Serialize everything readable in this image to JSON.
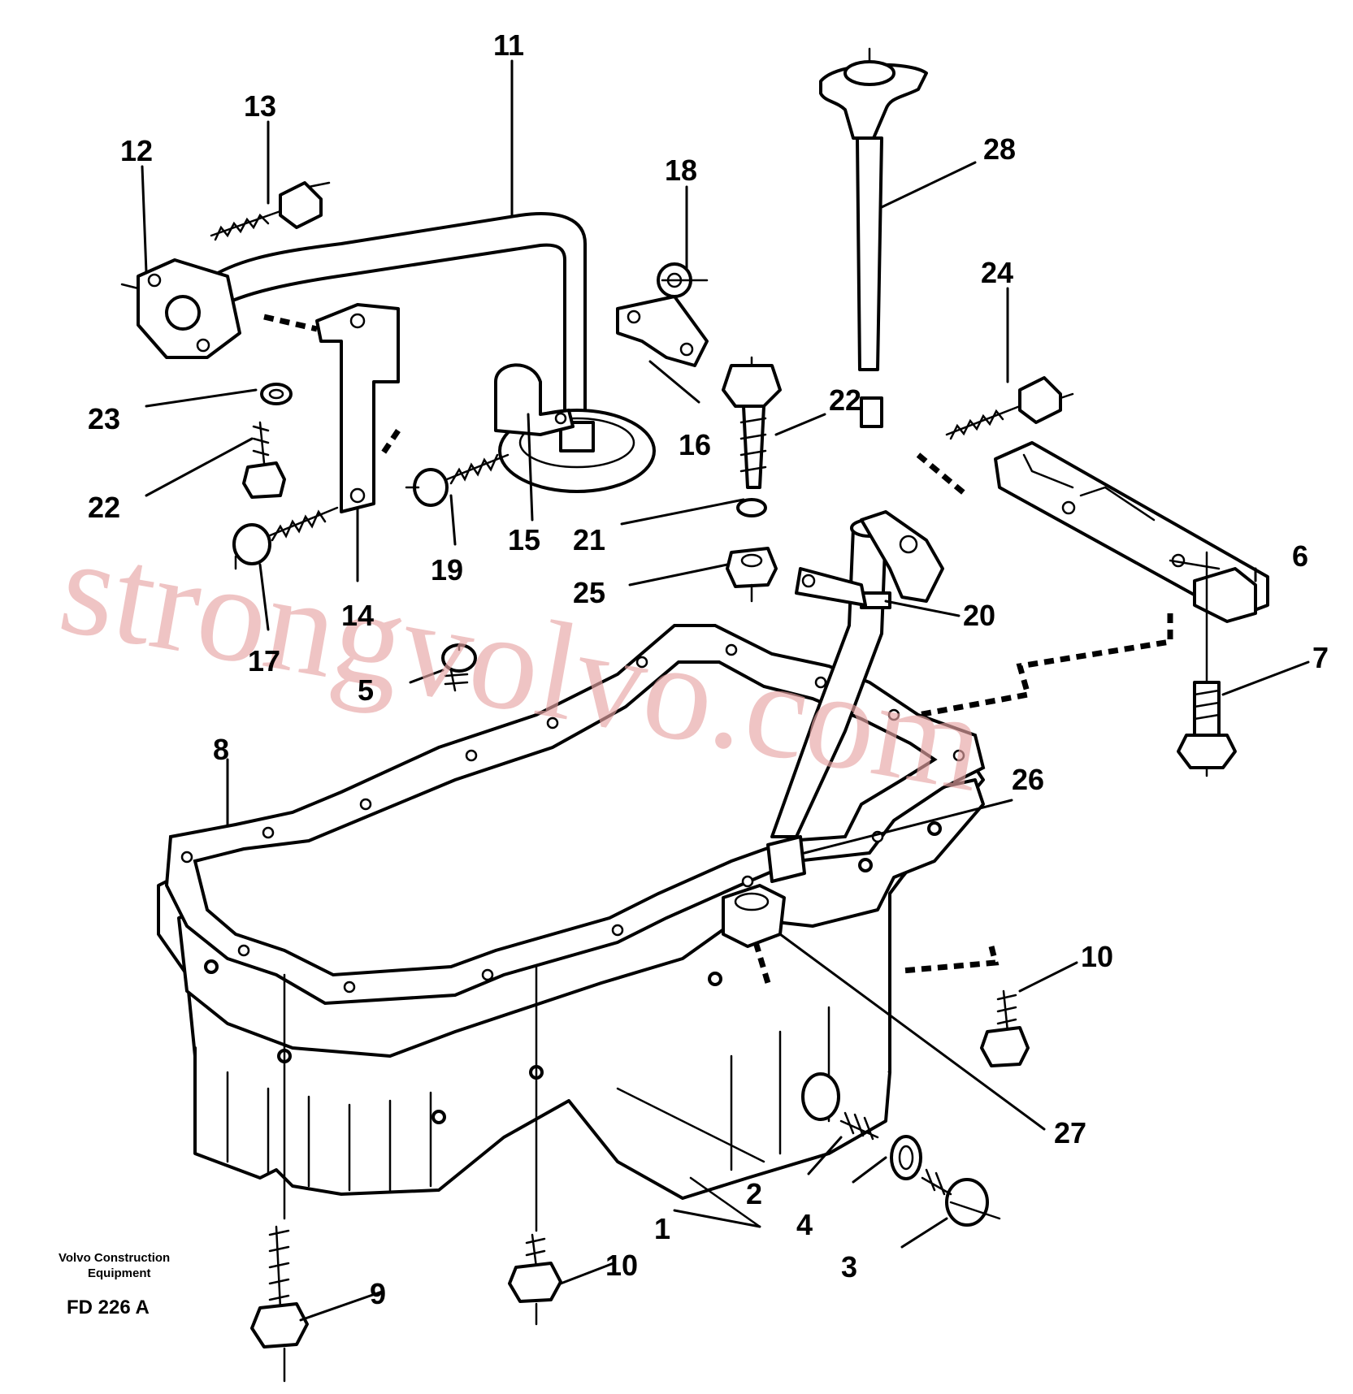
{
  "labels": {
    "l1": "1",
    "l2": "2",
    "l3": "3",
    "l4": "4",
    "l5": "5",
    "l6": "6",
    "l7": "7",
    "l8": "8",
    "l9": "9",
    "l10a": "10",
    "l10b": "10",
    "l11": "11",
    "l12": "12",
    "l13": "13",
    "l14": "14",
    "l15": "15",
    "l16": "16",
    "l17": "17",
    "l18": "18",
    "l19": "19",
    "l20": "20",
    "l21": "21",
    "l22a": "22",
    "l22b": "22",
    "l23": "23",
    "l24": "24",
    "l25": "25",
    "l26": "26",
    "l27": "27",
    "l28": "28"
  },
  "caption": {
    "line1": "Volvo Construction",
    "line2": "Equipment",
    "code": "FD 226 A"
  },
  "watermark": {
    "text": "strongvolvo.com",
    "color": "#e8a5a5"
  }
}
